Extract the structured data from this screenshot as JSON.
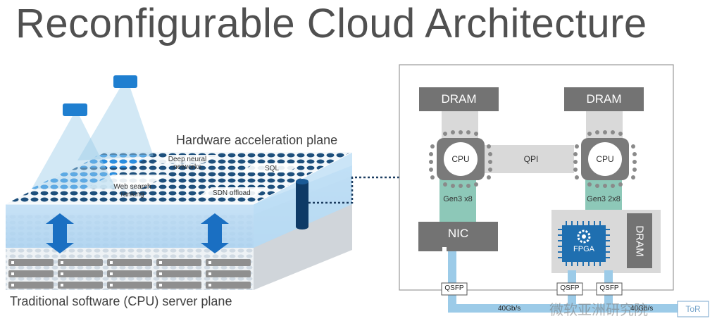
{
  "title": "Reconfigurable Cloud Architecture",
  "left": {
    "hw_plane_label": "Hardware acceleration  plane",
    "sw_plane_label": "Traditional software (CPU) server plane",
    "regions": {
      "dnn_line1": "Deep neural",
      "dnn_line2": "networks",
      "sql": "SQL",
      "web_line1": "Web search",
      "web_line2": "ranking",
      "sdn": "SDN offload"
    }
  },
  "right": {
    "dram_left": "DRAM",
    "dram_right": "DRAM",
    "cpu_left": "CPU",
    "cpu_right": "CPU",
    "qpi": "QPI",
    "gen3_x8": "Gen3 x8",
    "gen3_2x8": "Gen3 2x8",
    "nic": "NIC",
    "fpga": "FPGA",
    "dram_fpga": "DRAM",
    "qsfp_1": "QSFP",
    "qsfp_2": "QSFP",
    "qsfp_3": "QSFP",
    "speed_left": "40Gb/s",
    "speed_right": "40Gb/s",
    "tor": "ToR"
  },
  "watermark": "微软亚洲研究院",
  "colors": {
    "title": "#505050",
    "dram": "#737373",
    "cpu_band": "#d9d9d9",
    "pcie": "#8dc8b8",
    "fpga": "#1f6fb0",
    "network": "#9ccbe8",
    "accent_blue": "#1f7fd0"
  }
}
